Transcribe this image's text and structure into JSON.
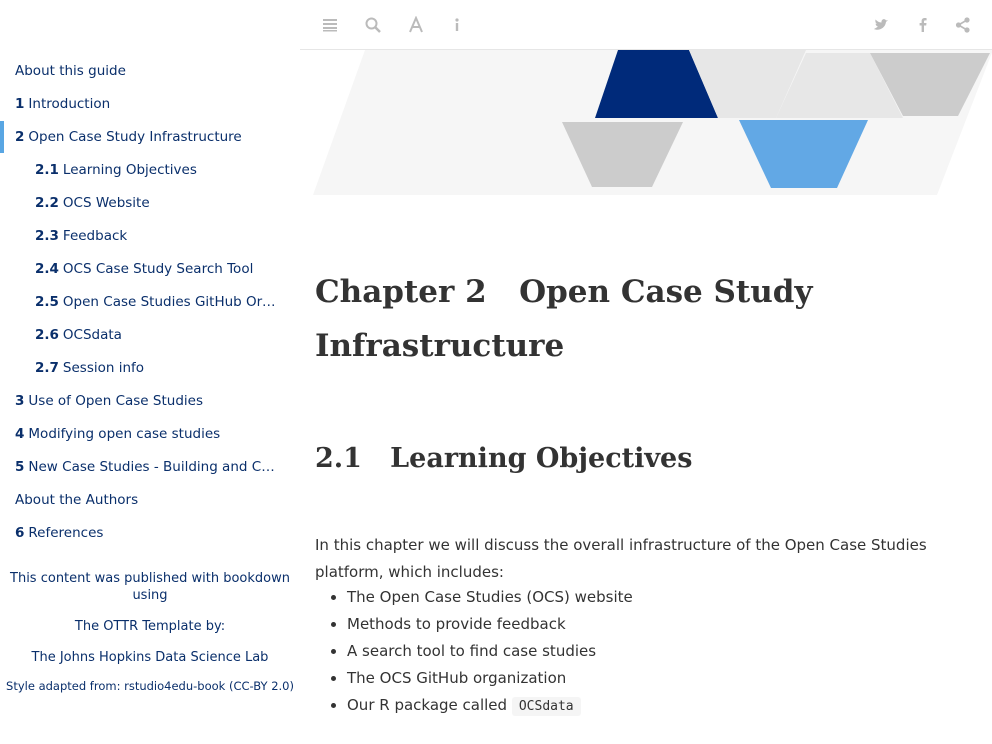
{
  "sidebar": {
    "toc": [
      {
        "num": "",
        "label": "About this guide",
        "level": 0,
        "active": false
      },
      {
        "num": "1",
        "label": "Introduction",
        "level": 0,
        "active": false
      },
      {
        "num": "2",
        "label": "Open Case Study Infrastructure",
        "level": 0,
        "active": true
      },
      {
        "num": "2.1",
        "label": "Learning Objectives",
        "level": 1,
        "active": false
      },
      {
        "num": "2.2",
        "label": "OCS Website",
        "level": 1,
        "active": false
      },
      {
        "num": "2.3",
        "label": "Feedback",
        "level": 1,
        "active": false
      },
      {
        "num": "2.4",
        "label": "OCS Case Study Search Tool",
        "level": 1,
        "active": false
      },
      {
        "num": "2.5",
        "label": "Open Case Studies GitHub Organi...",
        "level": 1,
        "active": false
      },
      {
        "num": "2.6",
        "label": "OCSdata",
        "level": 1,
        "active": false
      },
      {
        "num": "2.7",
        "label": "Session info",
        "level": 1,
        "active": false
      },
      {
        "num": "3",
        "label": "Use of Open Case Studies",
        "level": 0,
        "active": false
      },
      {
        "num": "4",
        "label": "Modifying open case studies",
        "level": 0,
        "active": false
      },
      {
        "num": "5",
        "label": "New Case Studies - Building and Contr...",
        "level": 0,
        "active": false
      },
      {
        "num": "",
        "label": "About the Authors",
        "level": 0,
        "active": false
      },
      {
        "num": "6",
        "label": "References",
        "level": 0,
        "active": false
      }
    ],
    "credits": {
      "published": "This content was published with bookdown using",
      "template": "The OTTR Template by:",
      "lab": "The Johns Hopkins Data Science Lab",
      "style": "Style adapted from: rstudio4edu-book (CC-BY 2.0)"
    }
  },
  "toolbar": {
    "left_icons": [
      "menu-icon",
      "search-icon",
      "font-icon",
      "info-icon"
    ],
    "right_icons": [
      "twitter-icon",
      "facebook-icon",
      "share-icon"
    ],
    "icon_color": "#bbbbbb"
  },
  "colors": {
    "link": "#0a2f6b",
    "active_bar": "#59a6e3",
    "banner_dark": "#002a7a",
    "banner_light": "#62a8e5",
    "banner_gray": "#cccccc"
  },
  "main": {
    "chapter_title_line1": "Chapter 2   Open Case Study",
    "chapter_title_line2": "Infrastructure",
    "section_title": "2.1   Learning Objectives",
    "intro": "In this chapter we will discuss the overall infrastructure of the Open Case Studies platform, which includes:",
    "list": [
      "The Open Case Studies (OCS) website",
      "Methods to provide feedback",
      "A search tool to find case studies",
      "The OCS GitHub organization"
    ],
    "last_item_prefix": "Our R package called",
    "last_item_code": "OCSdata"
  }
}
